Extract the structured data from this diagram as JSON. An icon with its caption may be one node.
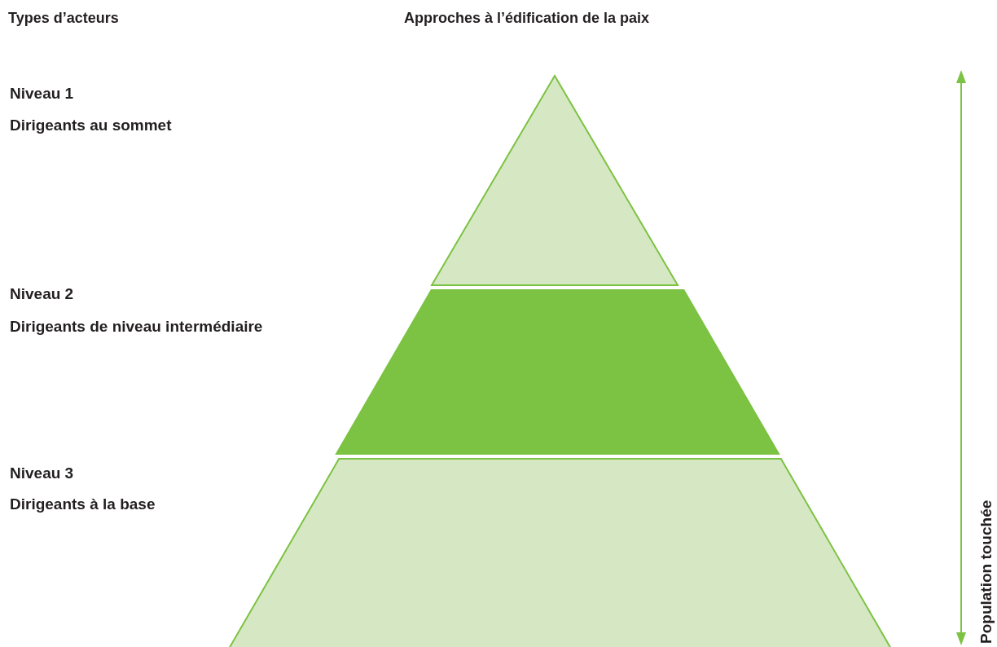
{
  "diagram": {
    "nodes": [
      {
        "text": [],
        "shape": "triangle"
      },
      {
        "text": [],
        "shape": "trapezoid"
      },
      {
        "text": [],
        "shape": "trapezoid"
      }
    ],
    "labels": [
      "Types d’acteurs",
      "Approches à l’édification de la paix",
      "Niveau 1",
      "Dirigeants au sommet",
      "Niveau 2",
      "Dirigeants de niveau intermédiaire",
      "Niveau 3",
      "Dirigeants à la base",
      "Population touchée"
    ]
  }
}
